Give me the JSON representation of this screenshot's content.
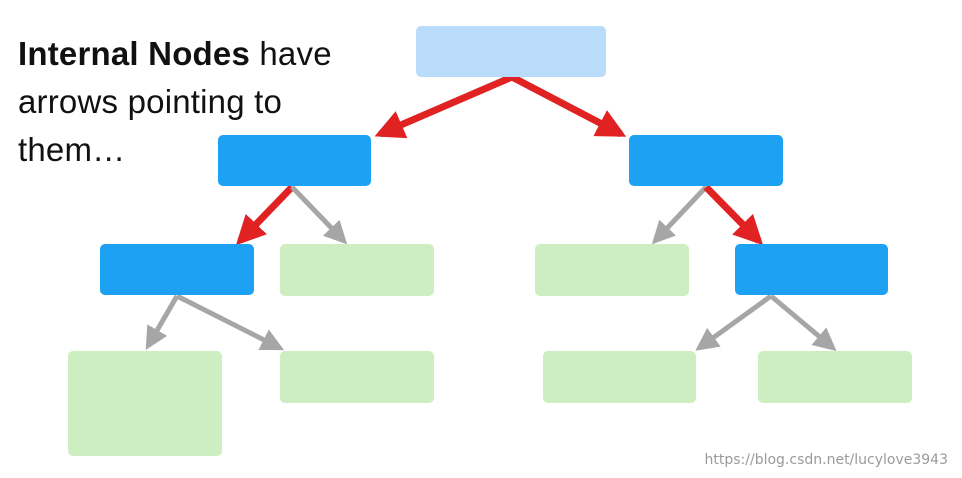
{
  "caption": {
    "bold": "Internal Nodes",
    "rest_line1": " have",
    "line2": "arrows pointing to",
    "line3": "them…"
  },
  "watermark": "https://blog.csdn.net/lucylove3943",
  "colors": {
    "root": "#b9dcfb",
    "internal": "#1da1f2",
    "leaf": "#cdeec0",
    "highlight_arrow": "#e02222",
    "normal_arrow": "#a6a6a6"
  },
  "nodes": [
    {
      "id": "root",
      "kind": "root"
    },
    {
      "id": "internal-left",
      "kind": "internal"
    },
    {
      "id": "internal-right",
      "kind": "internal"
    },
    {
      "id": "internal-left-left",
      "kind": "internal"
    },
    {
      "id": "leaf-left-right",
      "kind": "leaf"
    },
    {
      "id": "leaf-right-left",
      "kind": "leaf"
    },
    {
      "id": "internal-right-right",
      "kind": "internal"
    },
    {
      "id": "leaf-ll-left",
      "kind": "leaf"
    },
    {
      "id": "leaf-ll-right",
      "kind": "leaf"
    },
    {
      "id": "leaf-rr-left",
      "kind": "leaf"
    },
    {
      "id": "leaf-rr-right",
      "kind": "leaf"
    }
  ],
  "edges": [
    {
      "from": "root",
      "to": "internal-left",
      "highlight": true
    },
    {
      "from": "root",
      "to": "internal-right",
      "highlight": true
    },
    {
      "from": "internal-left",
      "to": "internal-left-left",
      "highlight": true
    },
    {
      "from": "internal-left",
      "to": "leaf-left-right",
      "highlight": false
    },
    {
      "from": "internal-right",
      "to": "leaf-right-left",
      "highlight": false
    },
    {
      "from": "internal-right",
      "to": "internal-right-right",
      "highlight": true
    },
    {
      "from": "internal-left-left",
      "to": "leaf-ll-left",
      "highlight": false
    },
    {
      "from": "internal-left-left",
      "to": "leaf-ll-right",
      "highlight": false
    },
    {
      "from": "internal-right-right",
      "to": "leaf-rr-left",
      "highlight": false
    },
    {
      "from": "internal-right-right",
      "to": "leaf-rr-right",
      "highlight": false
    }
  ]
}
